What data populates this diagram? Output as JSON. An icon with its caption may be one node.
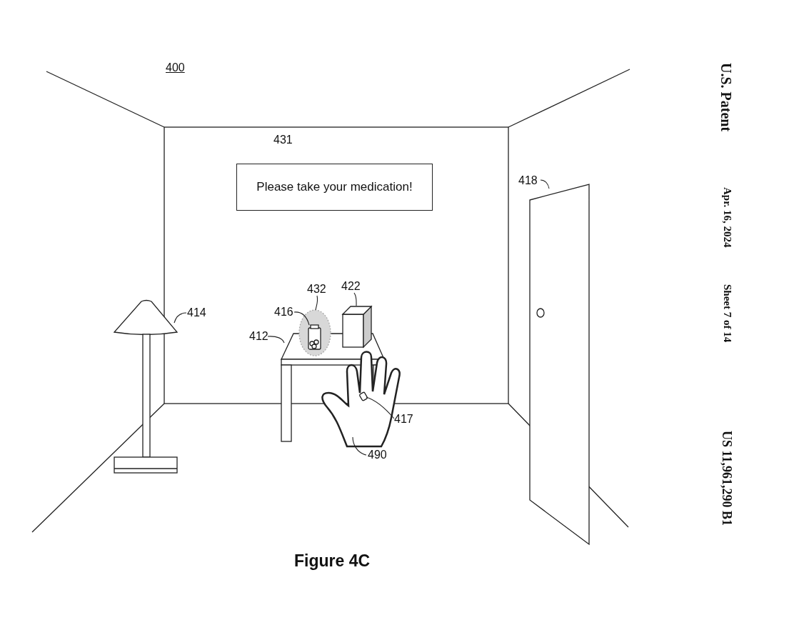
{
  "diagram": {
    "caption": "Figure 4C",
    "nodes": [
      {
        "text": [
          "Please take your medication!"
        ],
        "beside": [
          "431"
        ]
      },
      {
        "text": [
          "414"
        ]
      },
      {
        "text": [],
        "shape": "picture"
      },
      {
        "text": [
          "418"
        ]
      },
      {
        "text": [],
        "shape": "picture"
      },
      {
        "text": [
          "432"
        ]
      },
      {
        "text": [],
        "shape": "picture"
      },
      {
        "text": [
          "416"
        ]
      },
      {
        "text": [],
        "shape": "picture",
        "in": 6
      },
      {
        "text": [
          "422"
        ]
      },
      {
        "text": [],
        "shape": "box"
      },
      {
        "text": [
          "412"
        ]
      },
      {
        "text": [],
        "shape": "picture"
      },
      {
        "text": [
          "417"
        ]
      },
      {
        "text": [],
        "shape": "box"
      },
      {
        "text": [
          "490"
        ]
      },
      {
        "text": [],
        "shape": "picture"
      }
    ],
    "edges": [
      {
        "from": 1,
        "to": 2,
        "arrow": "none"
      },
      {
        "from": 3,
        "to": 4,
        "arrow": "none"
      },
      {
        "from": 5,
        "to": 6,
        "arrow": "none"
      },
      {
        "from": 7,
        "to": 8,
        "arrow": "none"
      },
      {
        "from": 9,
        "to": 10,
        "arrow": "none"
      },
      {
        "from": 11,
        "to": 12,
        "arrow": "none"
      },
      {
        "from": 13,
        "to": 14,
        "arrow": "none"
      },
      {
        "from": 15,
        "to": 16,
        "arrow": "none"
      }
    ],
    "labels": [
      "400",
      "U.S. Patent",
      "Apr. 16, 2024",
      "Sheet 7 of 14",
      "US 11,961,290 B1"
    ]
  }
}
